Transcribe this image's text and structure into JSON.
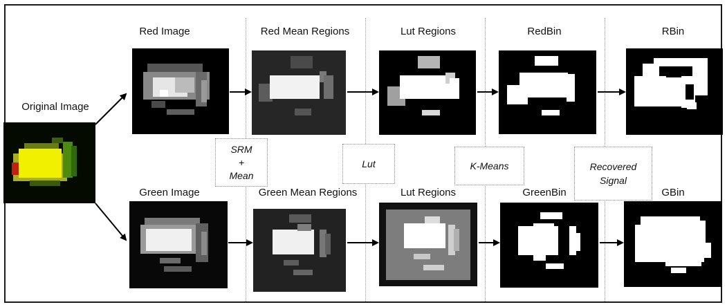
{
  "original_label": "Original  Image",
  "rows": {
    "red": {
      "titles": [
        "Red Image",
        "Red Mean Regions",
        "Lut Regions",
        "RedBin",
        "RBin"
      ]
    },
    "green": {
      "titles": [
        "Green Image",
        "Green Mean Regions",
        "Lut Regions",
        "GreenBin",
        "GBin"
      ]
    }
  },
  "steps": [
    {
      "lines": [
        "SRM",
        "+",
        "Mean"
      ]
    },
    {
      "lines": [
        "Lut"
      ]
    },
    {
      "lines": [
        "K-Means"
      ]
    },
    {
      "lines": [
        "Recovered",
        "Signal"
      ]
    }
  ]
}
